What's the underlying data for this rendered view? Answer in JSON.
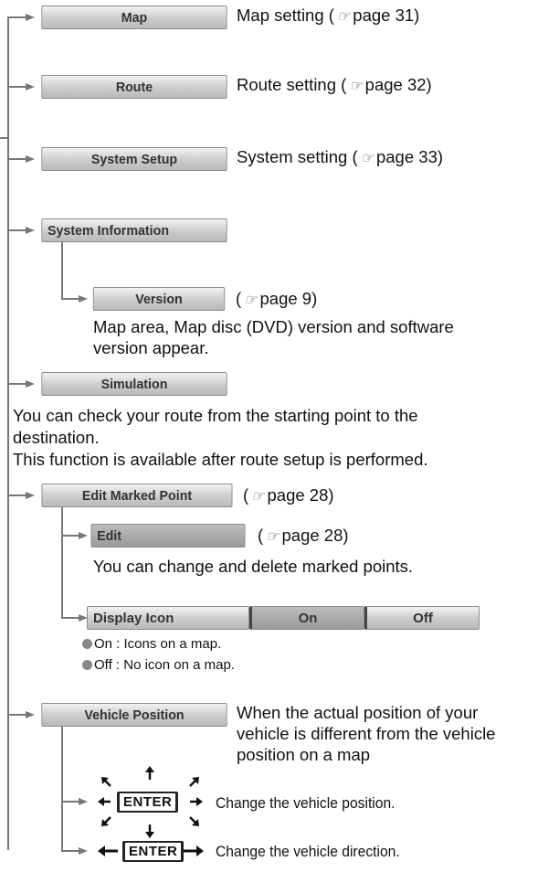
{
  "items": {
    "map": {
      "button": "Map",
      "desc": "Map setting (",
      "page": "page 31)"
    },
    "route": {
      "button": "Route",
      "desc": "Route setting (",
      "page": "page 32)"
    },
    "system_setup": {
      "button": "System Setup",
      "desc": "System setting (",
      "page": "page 33)"
    },
    "system_info": {
      "button": "System Information"
    },
    "version": {
      "button": "Version",
      "ref_open": "(",
      "page": "page 9)",
      "desc1": "Map area, Map disc (DVD) version and software",
      "desc2": "version appear."
    },
    "simulation": {
      "button": "Simulation",
      "desc1": "You can check your route from the starting point to the",
      "desc2": "destination.",
      "desc3": "This function is available after route setup is performed."
    },
    "edit_marked_point": {
      "button": "Edit Marked Point",
      "ref_open": "(",
      "page": "page 28)"
    },
    "edit": {
      "button": "Edit",
      "ref_open": "(",
      "page": "page 28)",
      "desc": "You can change and delete marked points."
    },
    "display_icon": {
      "label": "Display Icon",
      "on": "On",
      "off": "Off",
      "note_on": "On : Icons on a map.",
      "note_off": "Off : No icon on a map."
    },
    "vehicle_position": {
      "button": "Vehicle Position",
      "desc1": "When the actual position of your",
      "desc2": "vehicle is different from the vehicle",
      "desc3": "position on a map",
      "enter_label": "ENTER",
      "change_position": "Change the vehicle position.",
      "change_direction": "Change the vehicle direction."
    }
  },
  "icons": {
    "reference": "pointing-hand-icon",
    "bullet": "circle-bullet-icon"
  }
}
